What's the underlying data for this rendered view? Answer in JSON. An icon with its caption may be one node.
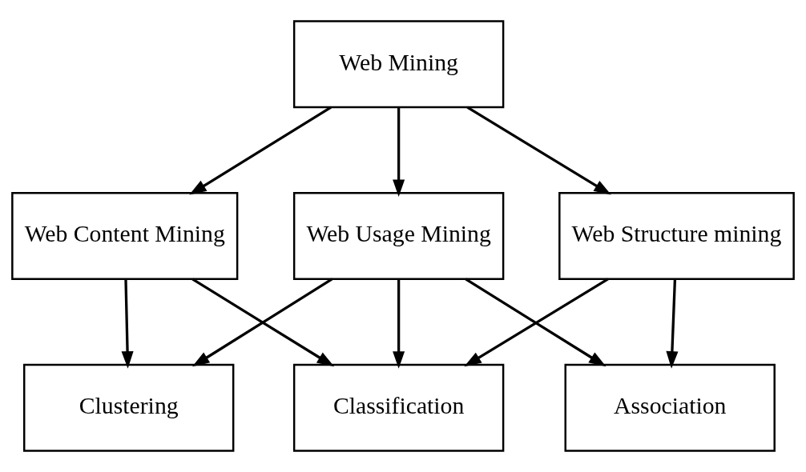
{
  "diagram": {
    "nodes": [
      {
        "text": [
          "Web Mining"
        ]
      },
      {
        "text": [
          "Web Content Mining"
        ]
      },
      {
        "text": [
          "Web Usage Mining"
        ]
      },
      {
        "text": [
          "Web Structure mining"
        ]
      },
      {
        "text": [
          "Clustering"
        ]
      },
      {
        "text": [
          "Classification"
        ]
      },
      {
        "text": [
          "Association"
        ]
      }
    ],
    "edges": [
      {
        "from": 0,
        "to": 1,
        "arrow": "to"
      },
      {
        "from": 0,
        "to": 2,
        "arrow": "to"
      },
      {
        "from": 0,
        "to": 3,
        "arrow": "to"
      },
      {
        "from": 1,
        "to": 4,
        "arrow": "to"
      },
      {
        "from": 1,
        "to": 5,
        "arrow": "to"
      },
      {
        "from": 2,
        "to": 4,
        "arrow": "to"
      },
      {
        "from": 2,
        "to": 5,
        "arrow": "to"
      },
      {
        "from": 2,
        "to": 6,
        "arrow": "to"
      },
      {
        "from": 3,
        "to": 5,
        "arrow": "to"
      },
      {
        "from": 3,
        "to": 6,
        "arrow": "to"
      }
    ]
  }
}
